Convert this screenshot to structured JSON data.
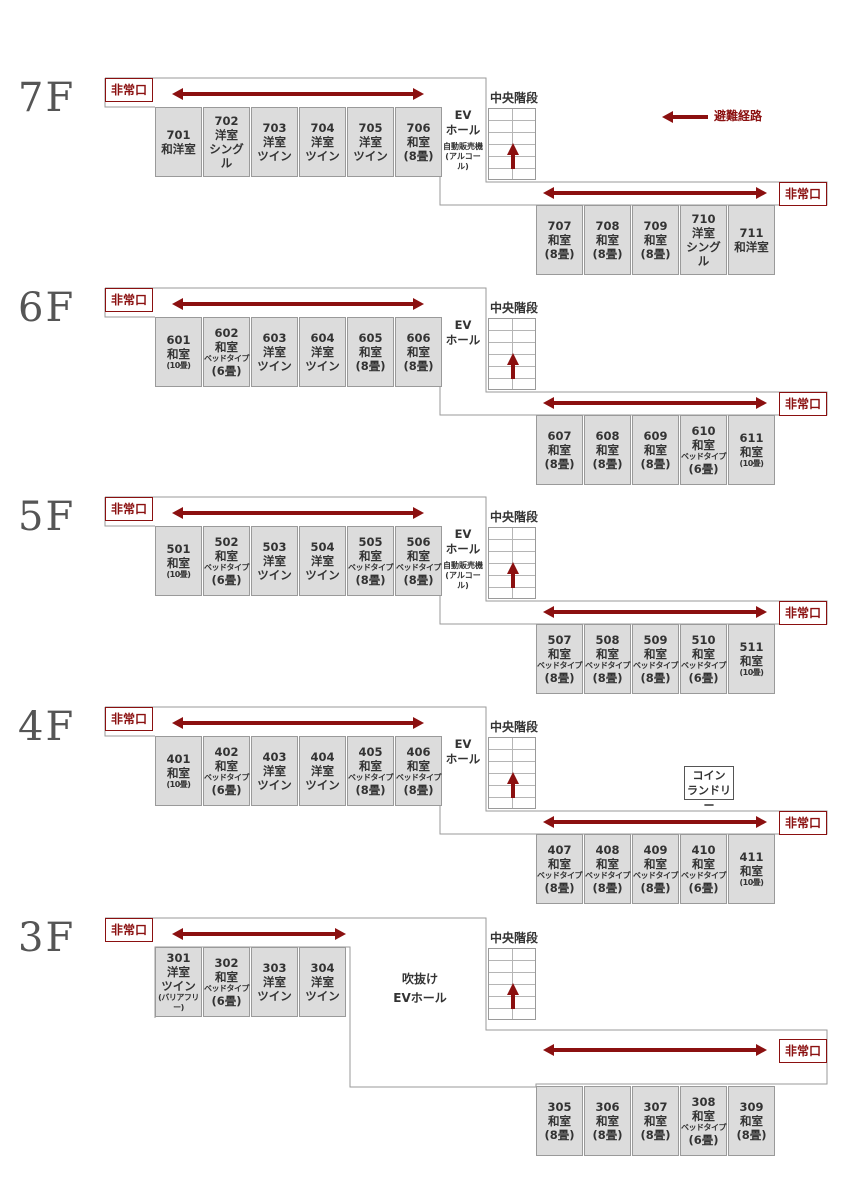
{
  "legend": {
    "label": "避難経路"
  },
  "exit_label": "非常口",
  "stairs_label": "中央階段",
  "floors": {
    "f7": {
      "label": "7F",
      "ev_label": "EV\nホール",
      "vending": "自動販売機\n(アルコール)",
      "rooms_top": [
        {
          "text": "701\n和洋室"
        },
        {
          "text": "702\n洋室\nシングル"
        },
        {
          "text": "703\n洋室\nツイン"
        },
        {
          "text": "704\n洋室\nツイン"
        },
        {
          "text": "705\n洋室\nツイン"
        },
        {
          "text": "706\n和室\n(8畳)"
        }
      ],
      "rooms_bottom": [
        {
          "text": "707\n和室\n(8畳)"
        },
        {
          "text": "708\n和室\n(8畳)"
        },
        {
          "text": "709\n和室\n(8畳)"
        },
        {
          "text": "710\n洋室\nシングル"
        },
        {
          "text": "711\n和洋室"
        }
      ]
    },
    "f6": {
      "label": "6F",
      "ev_label": "EV\nホール",
      "vending": "",
      "rooms_top": [
        {
          "text": "601\n和室\n(10畳)"
        },
        {
          "text": "602\n和室\nベッドタイプ\n(6畳)"
        },
        {
          "text": "603\n洋室\nツイン"
        },
        {
          "text": "604\n洋室\nツイン"
        },
        {
          "text": "605\n和室\n(8畳)"
        },
        {
          "text": "606\n和室\n(8畳)"
        }
      ],
      "rooms_bottom": [
        {
          "text": "607\n和室\n(8畳)"
        },
        {
          "text": "608\n和室\n(8畳)"
        },
        {
          "text": "609\n和室\n(8畳)"
        },
        {
          "text": "610\n和室\nベッドタイプ\n(6畳)"
        },
        {
          "text": "611\n和室\n(10畳)"
        }
      ]
    },
    "f5": {
      "label": "5F",
      "ev_label": "EV\nホール",
      "vending": "自動販売機\n(アルコール)",
      "rooms_top": [
        {
          "text": "501\n和室\n(10畳)"
        },
        {
          "text": "502\n和室\nベッドタイプ\n(6畳)"
        },
        {
          "text": "503\n洋室\nツイン"
        },
        {
          "text": "504\n洋室\nツイン"
        },
        {
          "text": "505\n和室\nベッドタイプ\n(8畳)"
        },
        {
          "text": "506\n和室\nベッドタイプ\n(8畳)"
        }
      ],
      "rooms_bottom": [
        {
          "text": "507\n和室\nベッドタイプ\n(8畳)"
        },
        {
          "text": "508\n和室\nベッドタイプ\n(8畳)"
        },
        {
          "text": "509\n和室\nベッドタイプ\n(8畳)"
        },
        {
          "text": "510\n和室\nベッドタイプ\n(6畳)"
        },
        {
          "text": "511\n和室\n(10畳)"
        }
      ]
    },
    "f4": {
      "label": "4F",
      "ev_label": "EV\nホール",
      "vending": "",
      "coin_laundry": "コイン\nランドリー",
      "rooms_top": [
        {
          "text": "401\n和室\n(10畳)"
        },
        {
          "text": "402\n和室\nベッドタイプ\n(6畳)"
        },
        {
          "text": "403\n洋室\nツイン"
        },
        {
          "text": "404\n洋室\nツイン"
        },
        {
          "text": "405\n和室\nベッドタイプ\n(8畳)"
        },
        {
          "text": "406\n和室\nベッドタイプ\n(8畳)"
        }
      ],
      "rooms_bottom": [
        {
          "text": "407\n和室\nベッドタイプ\n(8畳)"
        },
        {
          "text": "408\n和室\nベッドタイプ\n(8畳)"
        },
        {
          "text": "409\n和室\nベッドタイプ\n(8畳)"
        },
        {
          "text": "410\n和室\nベッドタイプ\n(6畳)"
        },
        {
          "text": "411\n和室\n(10畳)"
        }
      ]
    },
    "f3": {
      "label": "3F",
      "atrium": "吹抜け\nEVホール",
      "rooms_top": [
        {
          "text": "301\n洋室\nツイン\n(バリアフリー)"
        },
        {
          "text": "302\n和室\nベッドタイプ\n(6畳)"
        },
        {
          "text": "303\n洋室\nツイン"
        },
        {
          "text": "304\n洋室\nツイン"
        }
      ],
      "rooms_bottom": [
        {
          "text": "305\n和室\n(8畳)"
        },
        {
          "text": "306\n和室\n(8畳)"
        },
        {
          "text": "307\n和室\n(8畳)"
        },
        {
          "text": "308\n和室\nベッドタイプ\n(6畳)"
        },
        {
          "text": "309\n和室\n(8畳)"
        }
      ]
    }
  },
  "colors": {
    "route": "#8b1010",
    "room_fill": "#dcdcdc",
    "outline": "#9a9a9a"
  }
}
